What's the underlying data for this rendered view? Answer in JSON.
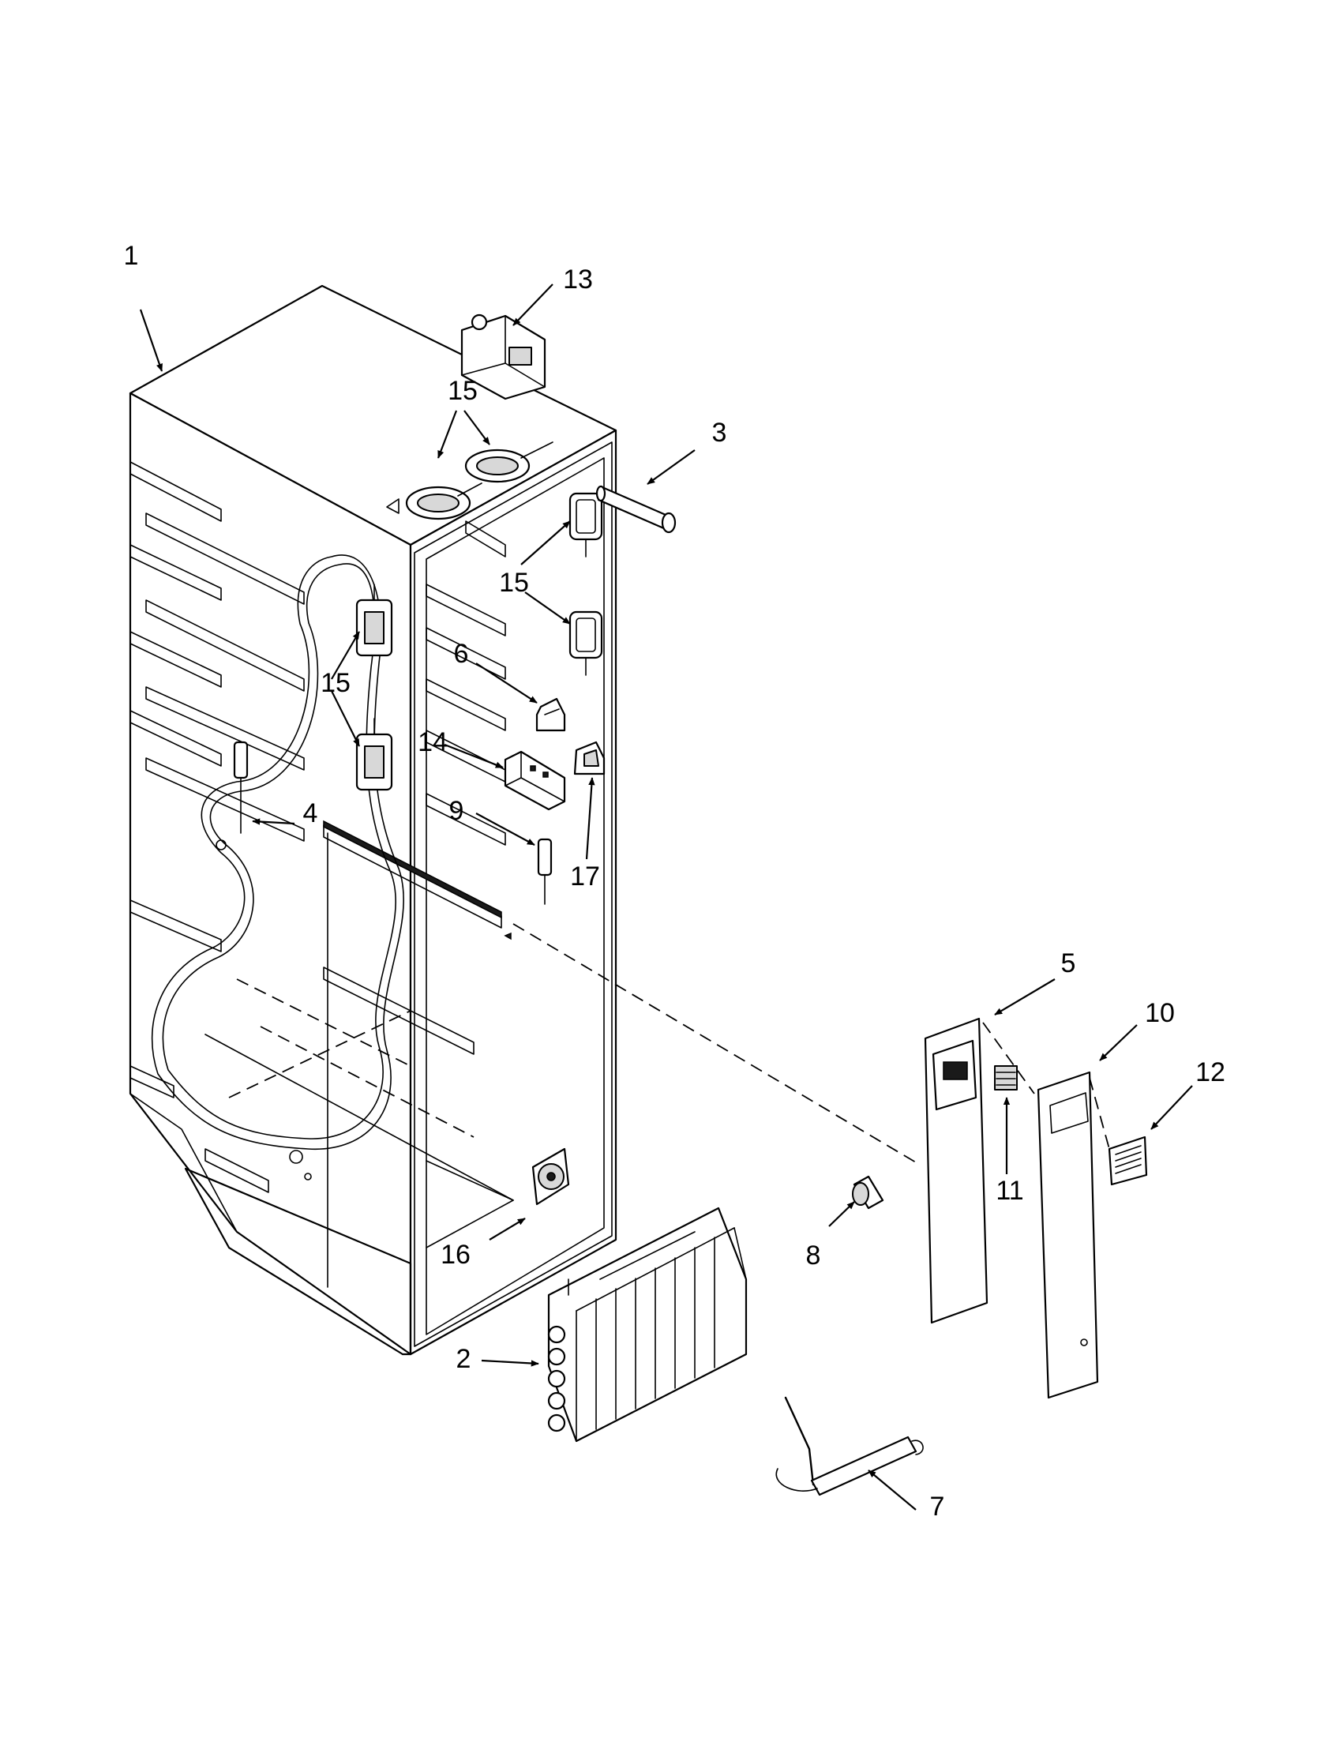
{
  "callouts": {
    "c1": "1",
    "c2": "2",
    "c3": "3",
    "c4": "4",
    "c5": "5",
    "c6": "6",
    "c7": "7",
    "c8": "8",
    "c9": "9",
    "c10": "10",
    "c11": "11",
    "c12": "12",
    "c13": "13",
    "c14": "14",
    "c15a": "15",
    "c15b": "15",
    "c15c": "15",
    "c16": "16",
    "c17": "17"
  }
}
